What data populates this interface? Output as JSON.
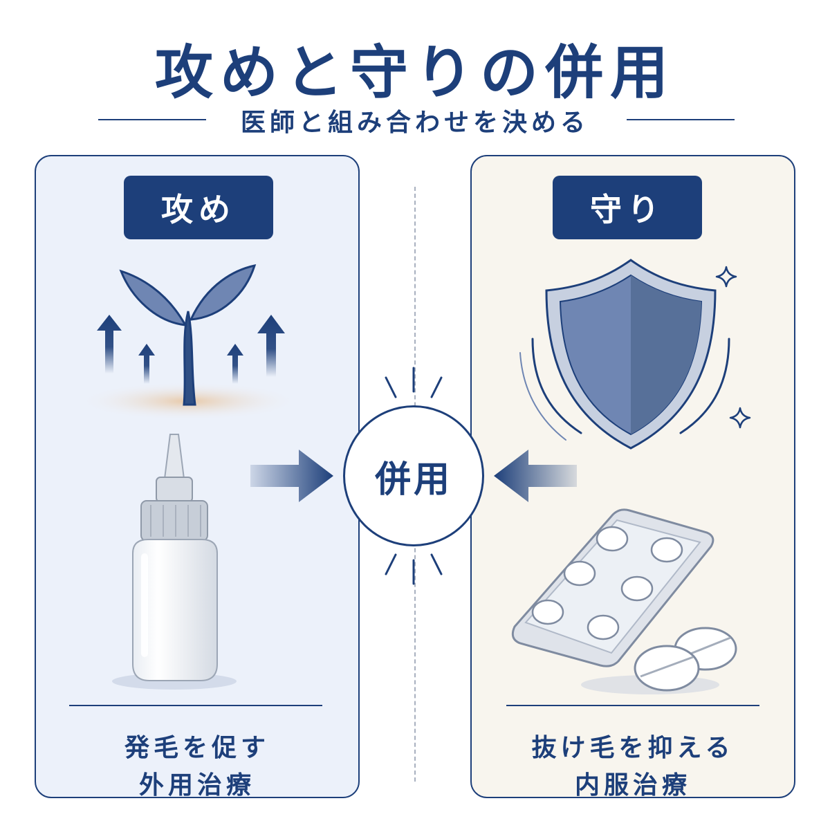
{
  "title": "攻めと守りの併用",
  "subtitle": "医師と組み合わせを決める",
  "left": {
    "tag": "攻め",
    "caption_line1": "発毛を促す",
    "caption_line2": "外用治療"
  },
  "right": {
    "tag": "守り",
    "caption_line1": "抜け毛を抑える",
    "caption_line2": "内服治療"
  },
  "center": {
    "label": "併用"
  },
  "colors": {
    "navy": "#1d3f7a",
    "left_panel_bg": "#ecf1fa",
    "right_panel_bg": "#f8f5ee",
    "shield_fill": "#6f86b3"
  },
  "icons": {
    "left": [
      "sprout-icon",
      "up-arrow-icon",
      "dropper-bottle-icon"
    ],
    "right": [
      "shield-icon",
      "sparkle-icon",
      "blister-pack-icon",
      "tablet-icon"
    ],
    "center": [
      "arrow-right-icon",
      "arrow-left-icon",
      "burst-lines-icon"
    ]
  }
}
